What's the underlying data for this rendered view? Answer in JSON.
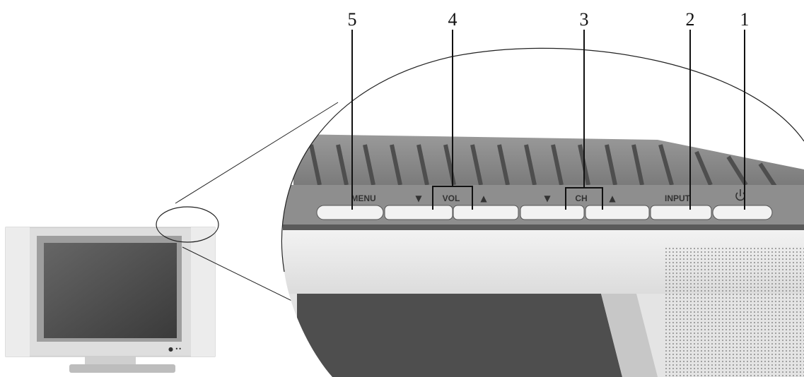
{
  "callouts": [
    {
      "number": "5"
    },
    {
      "number": "4"
    },
    {
      "number": "3"
    },
    {
      "number": "2"
    },
    {
      "number": "1"
    }
  ],
  "buttons": {
    "menu_label": "MENU",
    "vol_down_glyph": "▼",
    "vol_label": "VOL",
    "vol_up_glyph": "▲",
    "ch_down_glyph": "▼",
    "ch_label": "CH",
    "ch_up_glyph": "▲",
    "input_label": "INPUT",
    "power_icon": "power-icon"
  },
  "tv_indicator": "● ••",
  "colors": {
    "bezel": "#d9d9d9",
    "screen": "#4a4a4a",
    "button_strip": "#8c8c8c",
    "vents": "#6e6e6e",
    "speaker_grille": "#9a9a9a"
  }
}
